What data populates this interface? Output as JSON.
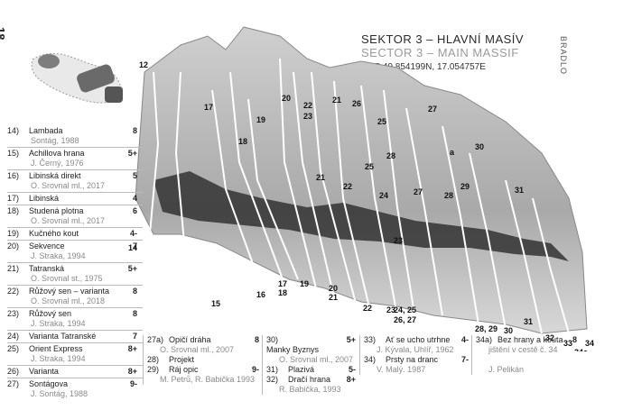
{
  "page_number": "18",
  "header": {
    "title": "SEKTOR 3 – HLAVNÍ MASÍV",
    "subtitle": "SECTOR 3 – MAIN MASSIF",
    "gps": "GPS 49.854199N, 17.054757E",
    "side_label": "BRADLO"
  },
  "routes_left": [
    {
      "num": "14)",
      "name": "Lambada",
      "grade": "8",
      "author": "Sontág, 1988"
    },
    {
      "num": "15)",
      "name": "Achillova hrana",
      "grade": "5+",
      "author": "J. Černý, 1976"
    },
    {
      "num": "16)",
      "name": "Libinská direkt",
      "grade": "5",
      "author": "O. Srovnal ml., 2017"
    },
    {
      "num": "17)",
      "name": "Libinská",
      "grade": "4",
      "author": ""
    },
    {
      "num": "18)",
      "name": "Studená plotna",
      "grade": "6",
      "author": "O. Srovnal ml., 2017"
    },
    {
      "num": "19)",
      "name": "Kučného kout",
      "grade": "4-",
      "author": ""
    },
    {
      "num": "20)",
      "name": "Sekvence",
      "grade": "7",
      "author": "J. Straka, 1994"
    },
    {
      "num": "21)",
      "name": "Tatranská",
      "grade": "5+",
      "author": "O. Srovnal st., 1975"
    },
    {
      "num": "22)",
      "name": "Růžový sen – varianta",
      "grade": "8",
      "author": "O. Srovnal ml., 2018"
    },
    {
      "num": "23)",
      "name": "Růžový sen",
      "grade": "8",
      "author": "J. Straka, 1994"
    },
    {
      "num": "24)",
      "name": "Varianta Tatranské",
      "grade": "7",
      "author": ""
    },
    {
      "num": "25)",
      "name": "Orient Express",
      "grade": "8+",
      "author": "J. Straka, 1994"
    },
    {
      "num": "26)",
      "name": "Varianta",
      "grade": "8+",
      "author": ""
    },
    {
      "num": "27)",
      "name": "Sontágova",
      "grade": "9-",
      "author": "J. Sontág, 1988"
    }
  ],
  "routes_col2": [
    {
      "num": "27a)",
      "name": "Opičí dráha",
      "grade": "8",
      "author": "O. Srovnal ml., 2007"
    },
    {
      "num": "28)",
      "name": "Projekt",
      "grade": "",
      "author": ""
    },
    {
      "num": "29)",
      "name": "Ráj opic",
      "grade": "9-",
      "author": "M. Petrů, R. Babička 1993"
    }
  ],
  "routes_col3": [
    {
      "num": "30)",
      "name": "Manky Byznys",
      "grade": "5+",
      "author": "O. Srovnal ml., 2007"
    },
    {
      "num": "31)",
      "name": "Plazivá",
      "grade": "5-",
      "author": ""
    },
    {
      "num": "32)",
      "name": "Dračí hrana",
      "grade": "8+",
      "author": "R. Babička, 1993"
    }
  ],
  "routes_col4": [
    {
      "num": "33)",
      "name": "Ať se ucho utrhne",
      "grade": "4-",
      "author": "J. Kývala, Uhlíř, 1962"
    },
    {
      "num": "34)",
      "name": "Prsty na dranc",
      "grade": "7-",
      "author": "V. Malý. 1987"
    }
  ],
  "routes_col5": [
    {
      "num": "34a)",
      "name": "Bez hrany a kouta",
      "grade": "8",
      "author": "jištění v cestě č. 34"
    },
    {
      "num": "",
      "name": "",
      "grade": "",
      "author": "J. Pelikán"
    }
  ],
  "topo_labels": {
    "l12": "12",
    "l14": "14",
    "l15": "15",
    "l16": "16",
    "l17": "17",
    "l18": "18",
    "l19": "19",
    "l20": "20",
    "l21": "21",
    "l22": "22",
    "l23": "23",
    "l24": "24, 25",
    "l26": "26, 27",
    "l28": "28, 29",
    "l30": "30",
    "l31": "31",
    "l32": "32",
    "l33": "33",
    "l34a": "34a",
    "l34": "34",
    "t17": "17",
    "t18": "18",
    "t19": "19",
    "t20": "20",
    "t22": "22",
    "t23": "23",
    "t21": "21",
    "t26": "26",
    "t25": "25",
    "t27": "27",
    "t28": "28",
    "t29": "29",
    "t30": "30",
    "t31": "31",
    "ta": "a",
    "t22b": "22",
    "t21b": "21",
    "t24": "24",
    "t25b": "25",
    "t27b": "27",
    "t28b": "28",
    "t23b": "23"
  }
}
